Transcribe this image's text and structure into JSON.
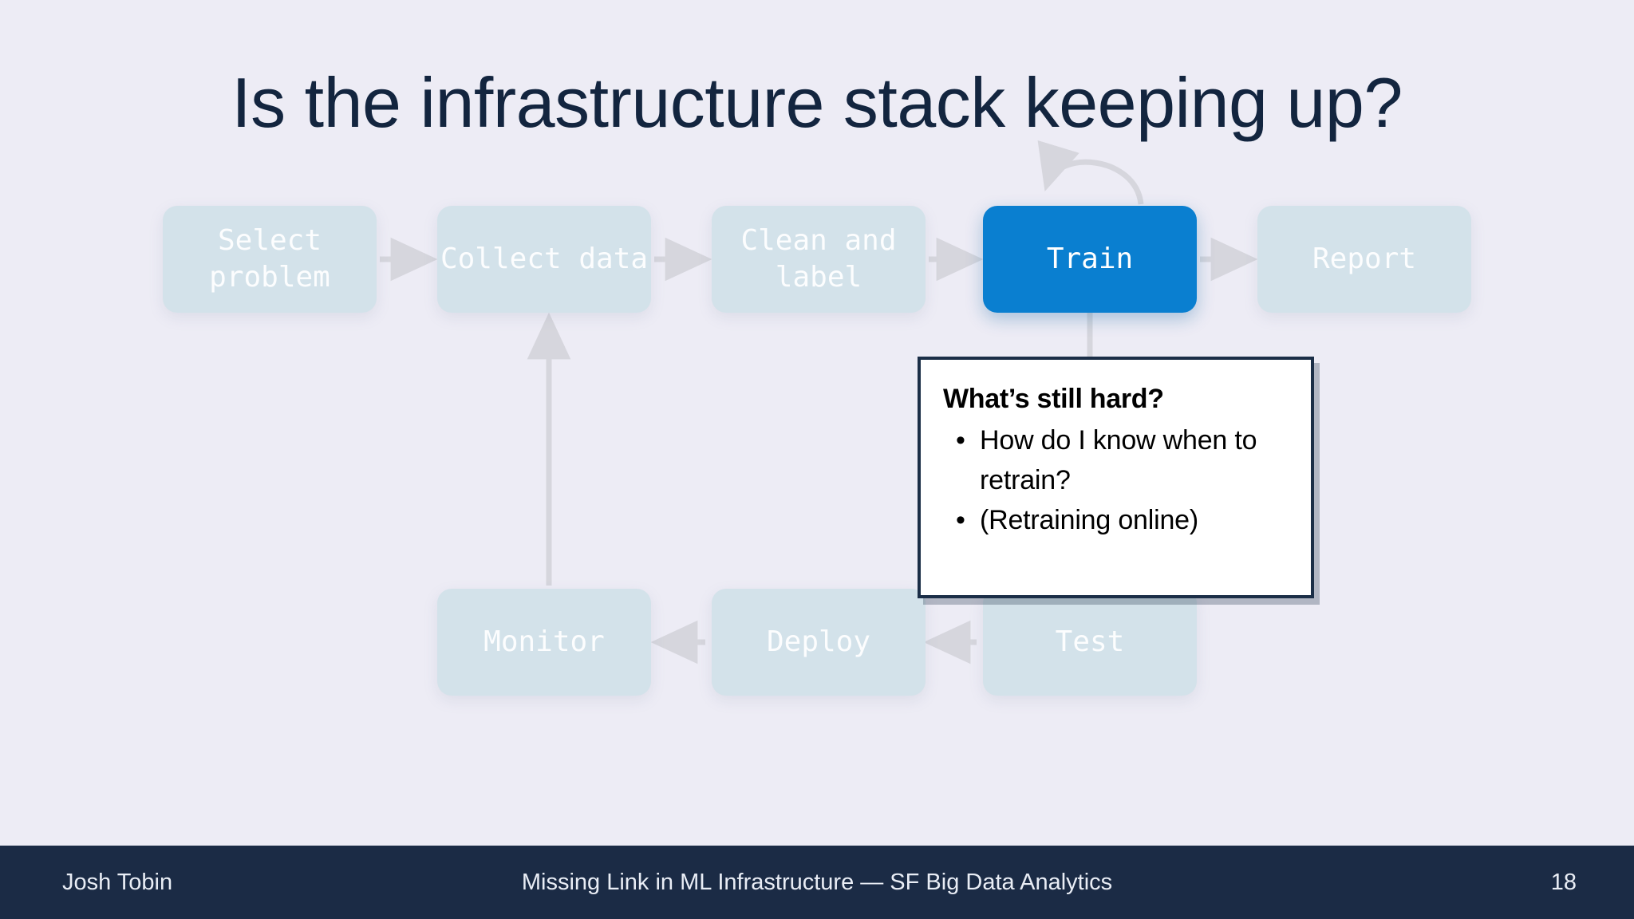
{
  "slide": {
    "title": "Is the infrastructure stack keeping up?",
    "background_color": "#edecf5",
    "title_color": "#13253f"
  },
  "diagram": {
    "type": "flowchart",
    "node_fill": "#d3e2ea",
    "active_fill": "#0a7fd0",
    "arrow_color": "#d8d8de",
    "nodes": [
      {
        "id": "select",
        "label": "Select problem",
        "state": "muted",
        "row": "top",
        "order": 1
      },
      {
        "id": "collect",
        "label": "Collect data",
        "state": "muted",
        "row": "top",
        "order": 2
      },
      {
        "id": "clean",
        "label": "Clean and label",
        "state": "muted",
        "row": "top",
        "order": 3
      },
      {
        "id": "train",
        "label": "Train",
        "state": "active",
        "row": "top",
        "order": 4
      },
      {
        "id": "report",
        "label": "Report",
        "state": "muted",
        "row": "top",
        "order": 5
      },
      {
        "id": "monitor",
        "label": "Monitor",
        "state": "muted",
        "row": "bottom",
        "order": 6
      },
      {
        "id": "deploy",
        "label": "Deploy",
        "state": "muted",
        "row": "bottom",
        "order": 7
      },
      {
        "id": "test",
        "label": "Test",
        "state": "muted",
        "row": "bottom",
        "order": 8
      }
    ],
    "node_labels": {
      "select": "Select problem",
      "collect": "Collect data",
      "clean_line1": "Clean and",
      "clean_line2": "label",
      "train": "Train",
      "report": "Report",
      "monitor": "Monitor",
      "deploy": "Deploy",
      "test": "Test"
    },
    "edges": [
      {
        "from": "select",
        "to": "collect",
        "direction": "right"
      },
      {
        "from": "collect",
        "to": "clean",
        "direction": "right"
      },
      {
        "from": "clean",
        "to": "train",
        "direction": "right"
      },
      {
        "from": "train",
        "to": "report",
        "direction": "right"
      },
      {
        "from": "train",
        "to": "test",
        "direction": "down"
      },
      {
        "from": "test",
        "to": "deploy",
        "direction": "left"
      },
      {
        "from": "deploy",
        "to": "monitor",
        "direction": "left"
      },
      {
        "from": "monitor",
        "to": "collect",
        "direction": "up"
      },
      {
        "from": "train",
        "to": "train",
        "direction": "self-loop"
      }
    ]
  },
  "callout": {
    "heading": "What’s still hard?",
    "bullet_glyph": "•",
    "bullets": [
      "How do I know when to retrain?",
      "(Retraining online)"
    ],
    "border_color": "#1b2e47",
    "background_color": "#ffffff"
  },
  "footer": {
    "author": "Josh Tobin",
    "center": "Missing Link in ML Infrastructure — SF Big Data Analytics",
    "page_number": "18",
    "background_color": "#1b2b45",
    "text_color": "#e9edf5"
  }
}
